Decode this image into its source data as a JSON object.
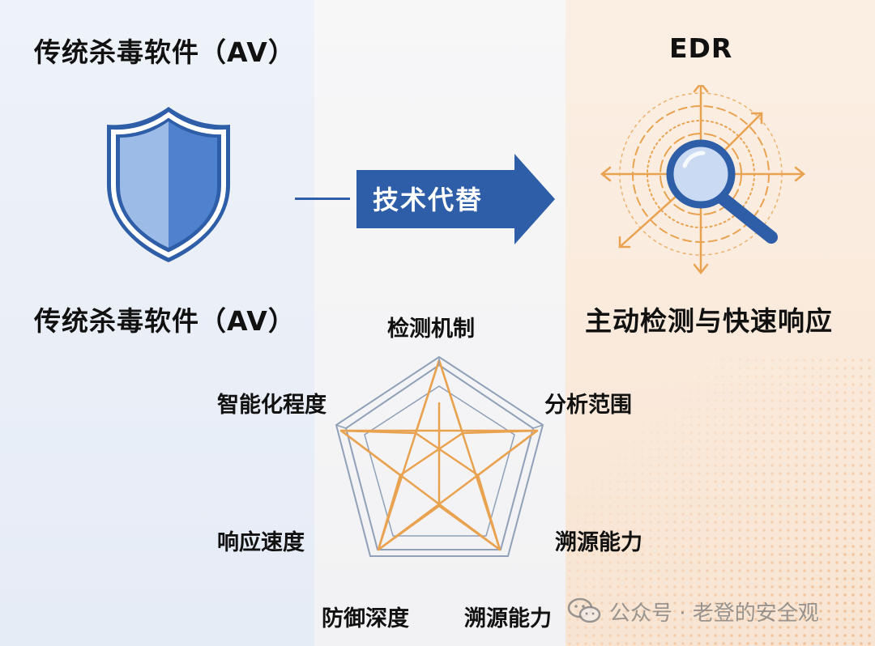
{
  "left": {
    "title_top": "传统杀毒软件（AV）",
    "title_bottom": "传统杀毒软件（AV）",
    "icon": "shield-icon"
  },
  "center": {
    "arrow_label": "技术代替",
    "radar": {
      "axes": [
        "检测机制",
        "分析范围",
        "溯源能力",
        "溯源能力",
        "防御深度",
        "响应速度",
        "智能化程度"
      ]
    }
  },
  "right": {
    "title": "EDR",
    "subtitle": "主动检测与快速响应",
    "icon": "magnifier-radar-icon"
  },
  "watermark": {
    "icon": "wechat-icon",
    "text": "公众号 · 老登的安全观"
  },
  "colors": {
    "brand_blue": "#2f5ea8",
    "shield_light": "#9cbbe6",
    "shield_mid": "#4e82cf",
    "accent_orange": "#e9a24f",
    "pentagon_gray": "#8fa0b8"
  }
}
